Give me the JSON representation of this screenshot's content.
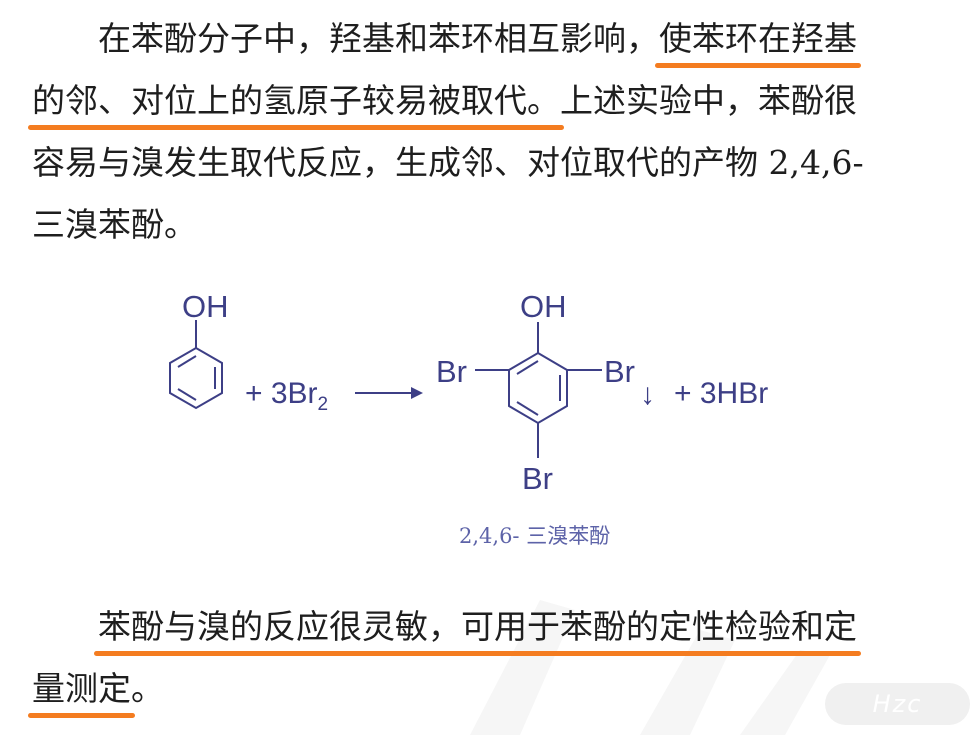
{
  "paragraph1": {
    "line1": {
      "plain": "在苯酚分子中，羟基和苯环相互影响，",
      "highlight": "使苯环在羟基"
    },
    "line2": {
      "highlight": "的邻、对位上的氢原子较易被取代。",
      "plain": "上述实验中，苯酚很"
    },
    "line3": "容易与溴发生取代反应，生成邻、对位取代的产物 2,4,6-",
    "line4": "三溴苯酚。"
  },
  "reaction": {
    "reactant_oh": "OH",
    "reagent": "+ 3Br",
    "reagent_subscript": "2",
    "product_oh": "OH",
    "br_left": "Br",
    "br_right": "Br",
    "br_bottom": "Br",
    "precipitate_arrow": "↓",
    "byproduct": "+ 3HBr",
    "caption": "2,4,6- 三溴苯酚"
  },
  "paragraph2": {
    "line1": "苯酚与溴的反应很灵敏，可用于苯酚的定性检验和定",
    "line2": "量测定",
    "line2_end": "。"
  },
  "watermark": {
    "logo_text": "Hzc"
  },
  "colors": {
    "highlight_underline": "#f47c20",
    "structure_ink": "#3d3f86",
    "caption_text": "#5d63a8",
    "body_text": "#1e1e1e"
  }
}
